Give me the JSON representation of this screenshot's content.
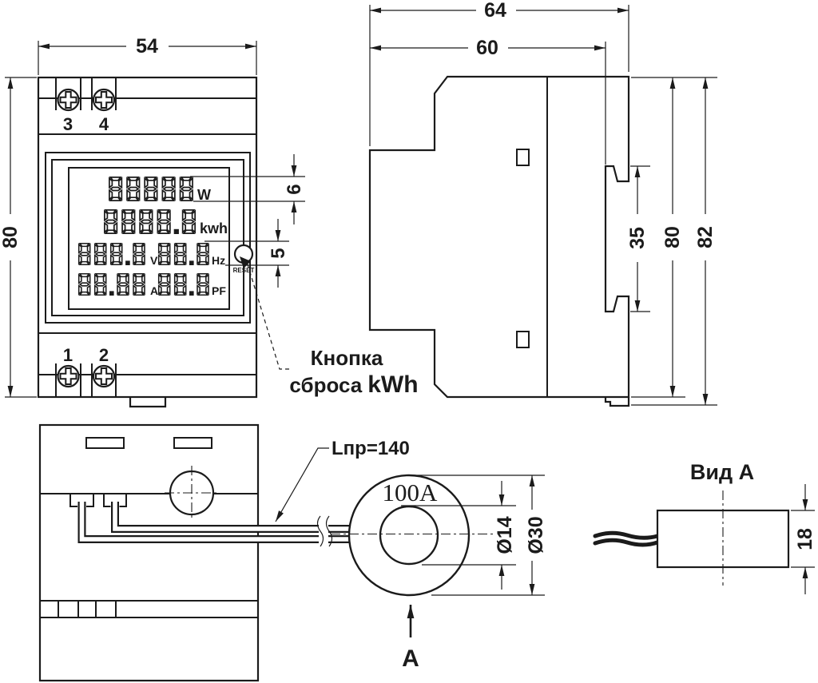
{
  "drawing": {
    "front_view": {
      "dim_width": "54",
      "dim_height": "80",
      "dim_row1_height": "6",
      "dim_row3_height": "5",
      "terminal_top_left": "3",
      "terminal_top_right": "4",
      "terminal_bottom_left": "1",
      "terminal_bottom_right": "2",
      "lcd": {
        "segments": [
          "88888",
          "8888.8",
          "888.8",
          "88.8",
          "88.88",
          "88.8"
        ],
        "unit_power": "W",
        "unit_energy": "kwh",
        "unit_voltage": "V",
        "unit_frequency": "Hz",
        "unit_current": "A",
        "unit_power_factor": "PF",
        "reset_label": "RESET"
      },
      "reset_note_line1": "Кнопка",
      "reset_note_line2a": "сброса",
      "reset_note_line2b": "kWh"
    },
    "side_view": {
      "dim_depth_total": "64",
      "dim_depth_body": "60",
      "dim_rail_notch": "35",
      "dim_height_body": "80",
      "dim_height_total": "82"
    },
    "back_view": {
      "wire_label": "Lпр=140"
    },
    "current_transformer": {
      "rating": "100A",
      "dim_inner_diameter": "Ø14",
      "dim_outer_diameter": "Ø30",
      "view_arrow": "А"
    },
    "view_a": {
      "title": "Вид А",
      "dim_height": "18"
    }
  }
}
